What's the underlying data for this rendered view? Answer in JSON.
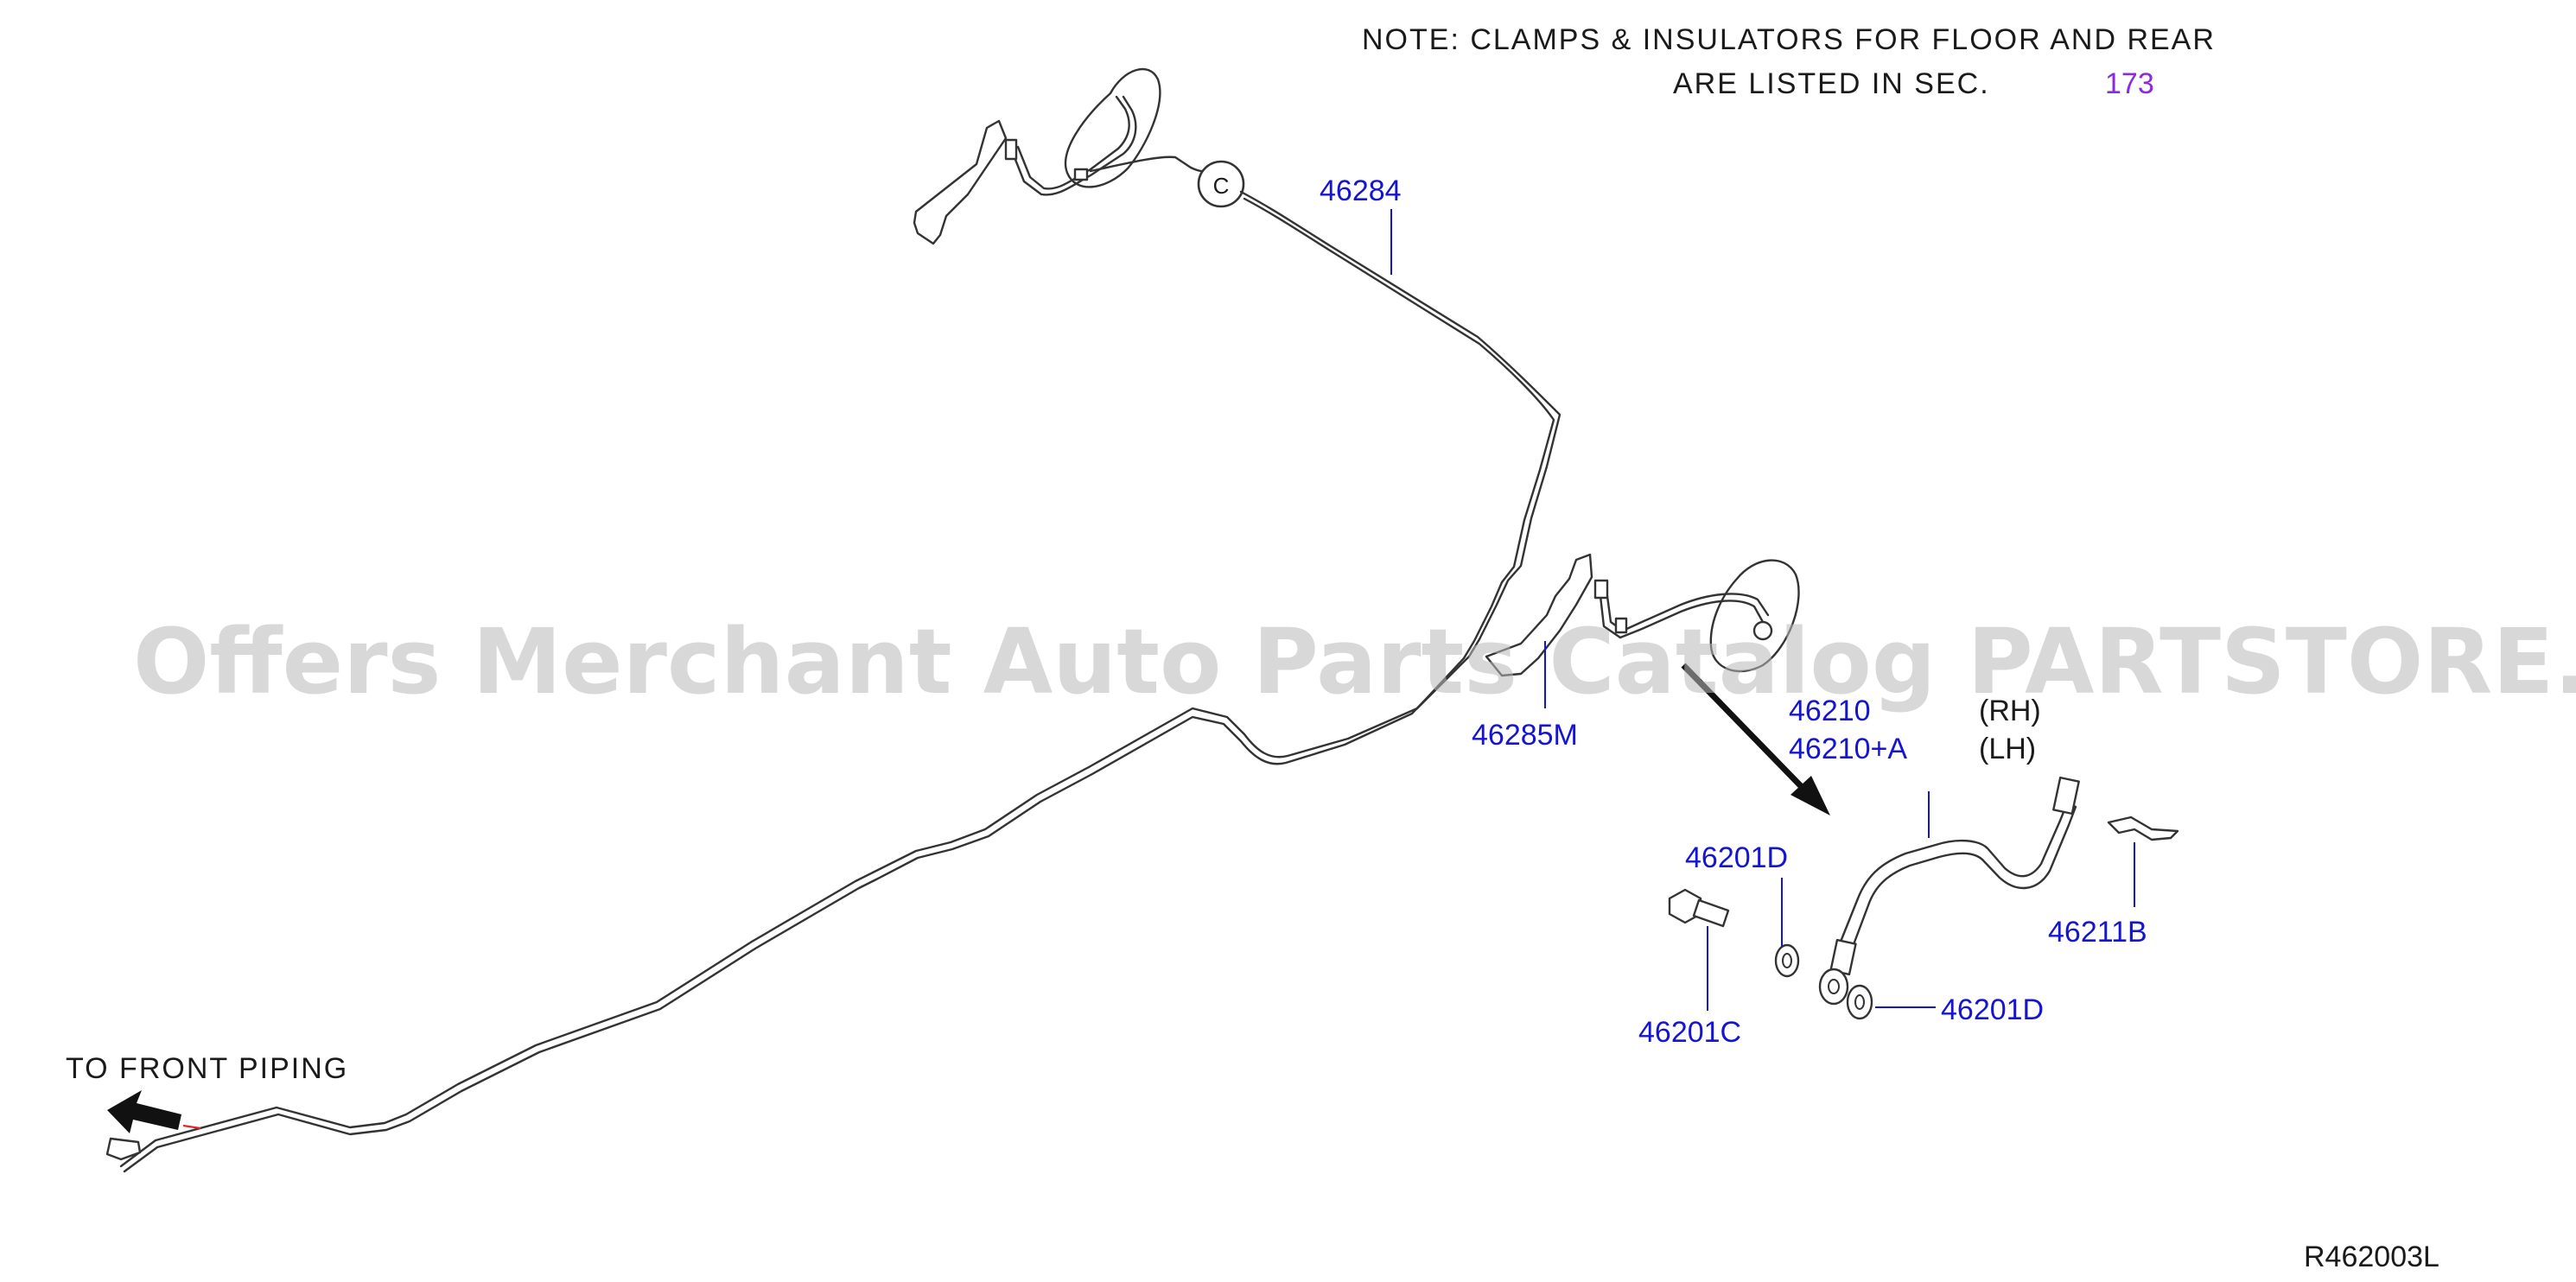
{
  "note": {
    "line1": "NOTE:  CLAMPS  &  INSULATORS  FOR  FLOOR  AND  REAR",
    "line2": "ARE  LISTED  IN  SEC.",
    "section_ref": "173"
  },
  "labels": {
    "p46284": "46284",
    "p46285M": "46285M",
    "p46210": "46210",
    "p46210A": "46210+A",
    "rh": "(RH)",
    "lh": "(LH)",
    "p46201D_top": "46201D",
    "p46201D_bottom": "46201D",
    "p46201C": "46201C",
    "p46211B": "46211B"
  },
  "callout_c": "C",
  "front_piping": "TO  FRONT  PIPING",
  "diagram_code": "R462003L",
  "watermark": "Offers Merchant Auto Parts Catalog PARTSTORE.SA",
  "colors": {
    "part_label": "#1414d2",
    "section_link": "#8a2be2",
    "line_art": "#333333",
    "watermark": "#b9b9b9"
  }
}
